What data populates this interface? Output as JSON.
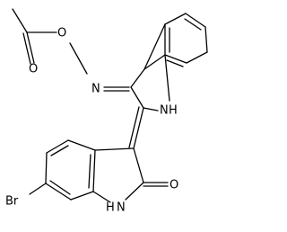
{
  "molecule": {
    "atom_labels": {
      "acetyl_o": "O",
      "oxime_o": "O",
      "oxime_n": "N",
      "indole_nh": "H",
      "indole_n": "N",
      "lactam_n": "N",
      "lactam_h": "H",
      "carbonyl_o": "O",
      "bromine": "Br"
    },
    "colors": {
      "bond": "#000000",
      "label": "#000000",
      "background": "#ffffff"
    }
  }
}
